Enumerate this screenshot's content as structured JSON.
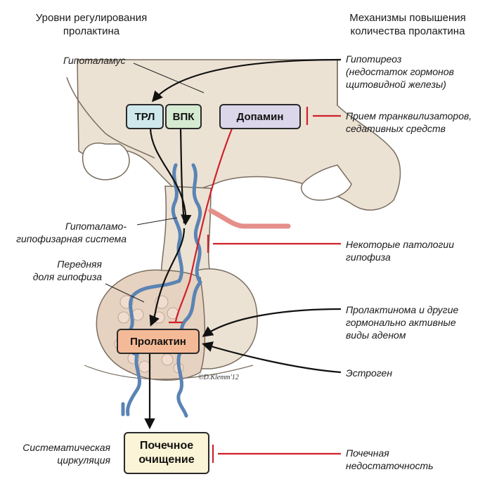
{
  "headers": {
    "left": "Уровни регулирования\nпролактина",
    "right": "Механизмы повышения\nколичества пролактина"
  },
  "labels": {
    "hypothalamus": "Гипоталамус",
    "portal_system": "Гипоталамо-\nгипофизарная система",
    "anterior_pituitary": "Передняя\nдоля гипофиза",
    "systemic_circulation": "Систематическая\nциркуляция"
  },
  "boxes": {
    "trl": "ТРЛ",
    "vpk": "ВПК",
    "dopamine": "Допамин",
    "prolactin": "Пролактин",
    "renal_clearance": "Почечное\nочищение"
  },
  "mechanisms": {
    "hypothyroidism": "Гипотиреоз\n(недостаток гормонов\nщитовидной железы)",
    "tranquilizers": "Прием транквилизаторов,\nседативных средств",
    "pituitary_pathology": "Некоторые патологии\nгипофиза",
    "prolactinoma": "Пролактинома и другие\nгормонально активные\nвиды аденом",
    "estrogen": "Эстроген",
    "renal_failure": "Почечная\nнедостаточность"
  },
  "signature": "©D.Klemm'12",
  "colors": {
    "trl_fill": "#cfe8ec",
    "vpk_fill": "#d6ead2",
    "dopamine_fill": "#dcd6ea",
    "prolactin_fill": "#f4b996",
    "renal_fill": "#fbf4d6",
    "inhibit_red": "#d0202a",
    "vessel_blue": "#5a84b4",
    "tissue_beige": "#ece2d4"
  }
}
